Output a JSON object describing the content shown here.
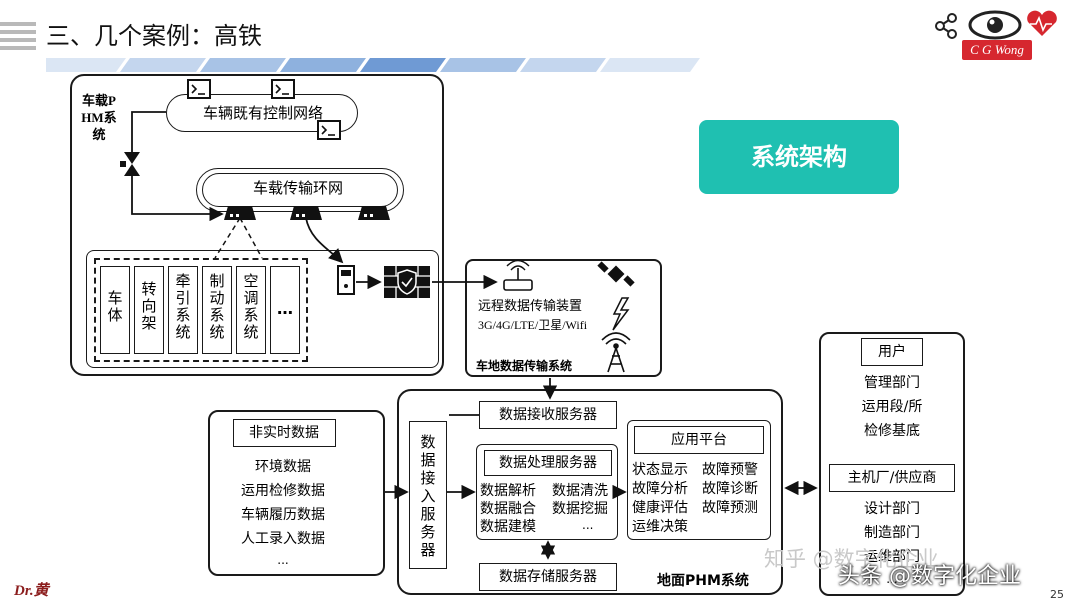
{
  "slide": {
    "title": "三、几个案例：高铁",
    "page_number": "25",
    "author": "Dr.黄",
    "logo_text": "C G Wong"
  },
  "arch_label": "系统架构",
  "onboard": {
    "title": "车载PHM系统",
    "control_network": "车辆既有控制网络",
    "ring_network": "车载传输环网",
    "subsystems": [
      "车体",
      "转向架",
      "牵引系统",
      "制动系统",
      "空调系统",
      "…"
    ]
  },
  "transmission": {
    "device": "远程数据传输装置",
    "protocols": "3G/4G/LTE/卫星/Wifi",
    "title": "车地数据传输系统"
  },
  "non_realtime": {
    "title": "非实时数据",
    "items": [
      "环境数据",
      "运用检修数据",
      "车辆履历数据",
      "人工录入数据",
      "..."
    ]
  },
  "ground": {
    "title": "地面PHM系统",
    "access_server": "数据接入服务器",
    "receive_server": "数据接收服务器",
    "process_server": "数据处理服务器",
    "process_items": [
      "数据解析",
      "数据清洗",
      "数据融合",
      "数据挖掘",
      "数据建模",
      "..."
    ],
    "storage_server": "数据存储服务器",
    "app_platform": "应用平台",
    "app_items": [
      "状态显示",
      "故障预警",
      "故障分析",
      "故障诊断",
      "健康评估",
      "故障预测",
      "运维决策"
    ]
  },
  "users": {
    "title": "用户",
    "items": [
      "管理部门",
      "运用段/所",
      "检修基底"
    ],
    "oem_title": "主机厂/供应商",
    "oem_items": [
      "设计部门",
      "制造部门",
      "运维部门",
      "..."
    ]
  },
  "watermarks": {
    "zhihu": "知乎 @数字化企业",
    "toutiao": "头条 @数字化企业"
  },
  "colors": {
    "accent_teal": "#1fc0b1",
    "banner_blue": "#7ea7d9",
    "logo_red": "#d6272f"
  }
}
